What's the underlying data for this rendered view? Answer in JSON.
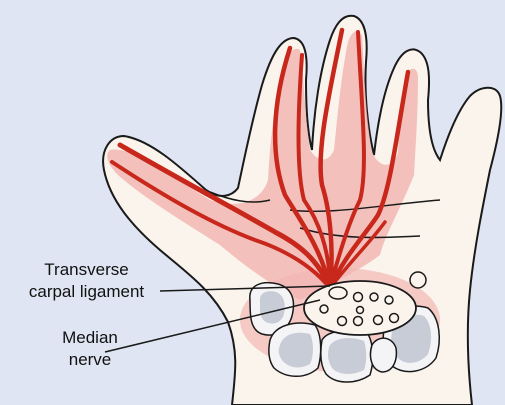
{
  "diagram": {
    "labels": {
      "transverse_carpal_ligament": [
        "Transverse",
        "carpal ligament"
      ],
      "median_nerve": [
        "Median",
        "nerve"
      ]
    },
    "colors": {
      "background": "#dfe5f2",
      "skin": "#fbf4ec",
      "pink_shading": "#f2b6b4",
      "nerve_red": "#c8281c",
      "bone_gray": "#c7ccd6",
      "outline": "#1a1a1a"
    }
  }
}
